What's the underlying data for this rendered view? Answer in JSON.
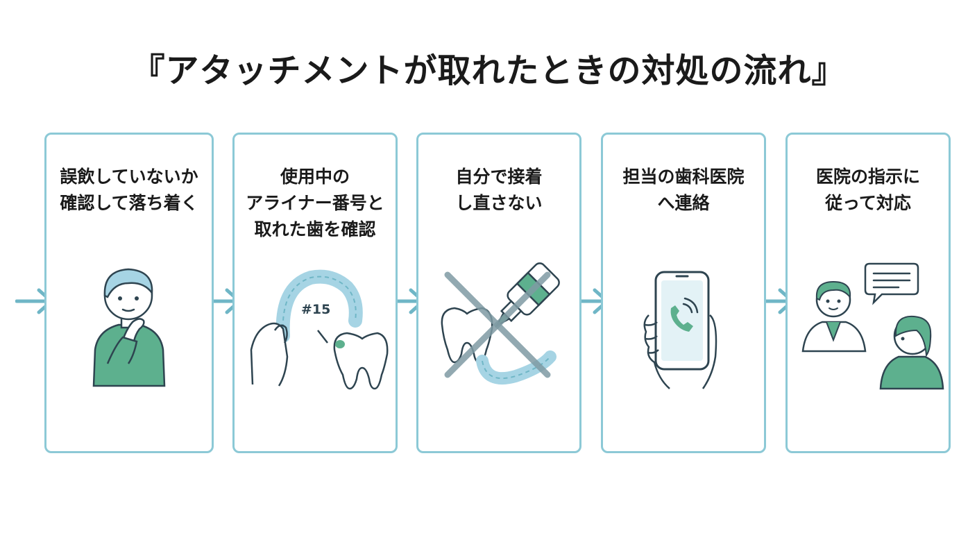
{
  "title": "『アタッチメントが取れたときの対処の流れ』",
  "steps": [
    {
      "lines": [
        "誤飲していないか",
        "確認して落ち着く"
      ],
      "icon": "person-thinking-icon"
    },
    {
      "lines": [
        "使用中の",
        "アライナー番号と",
        "取れた歯を確認"
      ],
      "icon": "aligner-tooth-icon",
      "aligner_label": "#15"
    },
    {
      "lines": [
        "自分で接着",
        "し直さない"
      ],
      "icon": "no-glue-icon"
    },
    {
      "lines": [
        "担当の歯科医院",
        "へ連絡"
      ],
      "icon": "phone-call-icon"
    },
    {
      "lines": [
        "医院の指示に",
        "従って対応"
      ],
      "icon": "doctor-consult-icon"
    }
  ],
  "colors": {
    "border": "#8cc9d6",
    "accent": "#5db08e",
    "line": "#2e4450",
    "arrow": "#6fb6c6",
    "aligner": "#a6d4e4"
  }
}
